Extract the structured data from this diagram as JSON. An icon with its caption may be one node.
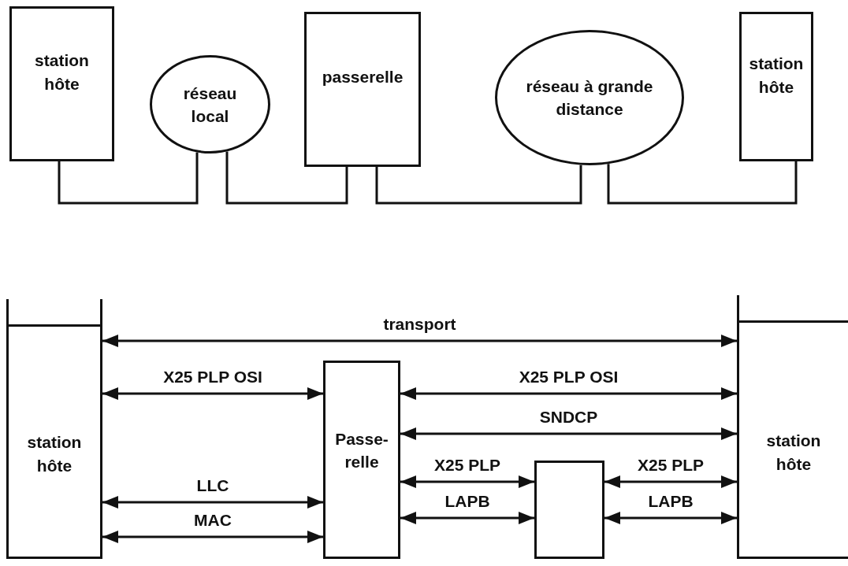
{
  "diagram": {
    "nodes": [
      {
        "text": [
          "station hôte"
        ]
      },
      {
        "text": [
          "réseau local"
        ]
      },
      {
        "text": [
          "passerelle"
        ]
      },
      {
        "text": [
          "réseau à grande distance"
        ]
      },
      {
        "text": [
          "station hôte"
        ]
      },
      {
        "text": [
          "station hôte"
        ]
      },
      {
        "text": [
          "Passe- relle"
        ]
      },
      {
        "text": [],
        "shape": "box"
      },
      {
        "text": [
          "station hôte"
        ]
      }
    ],
    "edges": [
      {
        "from": 0,
        "to": 1,
        "arrow": "none"
      },
      {
        "from": 1,
        "to": 2,
        "arrow": "none"
      },
      {
        "from": 2,
        "to": 3,
        "arrow": "none"
      },
      {
        "from": 3,
        "to": 4,
        "arrow": "none"
      },
      {
        "from": 5,
        "to": 8,
        "arrow": "both",
        "label": "transport"
      },
      {
        "from": 5,
        "to": 6,
        "arrow": "both",
        "label": "X25 PLP OSI"
      },
      {
        "from": 6,
        "to": 8,
        "arrow": "both",
        "label": "X25 PLP OSI"
      },
      {
        "from": 6,
        "to": 8,
        "arrow": "both",
        "label": "SNDCP"
      },
      {
        "from": 6,
        "to": 7,
        "arrow": "both",
        "label": "X25 PLP"
      },
      {
        "from": 7,
        "to": 8,
        "arrow": "both",
        "label": "X25 PLP"
      },
      {
        "from": 5,
        "to": 6,
        "arrow": "both",
        "label": "LLC"
      },
      {
        "from": 6,
        "to": 7,
        "arrow": "both",
        "label": "LAPB"
      },
      {
        "from": 7,
        "to": 8,
        "arrow": "both",
        "label": "LAPB"
      },
      {
        "from": 5,
        "to": 6,
        "arrow": "both",
        "label": "MAC"
      }
    ]
  }
}
